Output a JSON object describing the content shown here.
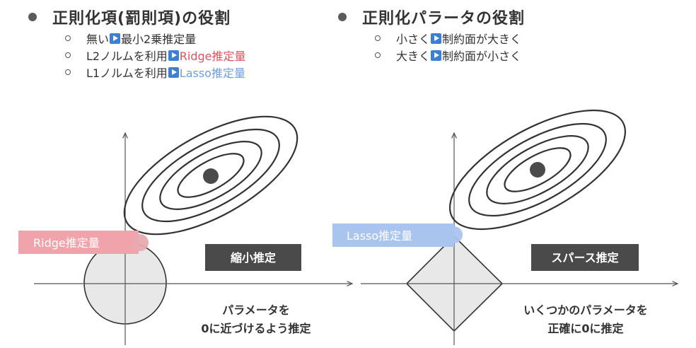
{
  "left": {
    "heading": "正則化項(罰則項)の役割",
    "items": [
      {
        "pre": "無い",
        "post": "最小2乗推定量",
        "color": ""
      },
      {
        "pre": "L2ノルムを利用",
        "post": "Ridge推定量",
        "color": "red"
      },
      {
        "pre": "L1ノルムを利用",
        "post": "Lasso推定量",
        "color": "blue"
      }
    ]
  },
  "right": {
    "heading": "正則化パラータの役割",
    "items": [
      {
        "pre": "小さく",
        "post": "制約面が大きく"
      },
      {
        "pre": "大きく",
        "post": "制約面が小さく"
      }
    ]
  },
  "diagram_left": {
    "estimator_label": "Ridge推定量",
    "method_box": "縮小推定",
    "caption_line1": "パラメータを",
    "caption_line2": "0に近づけるよう推定"
  },
  "diagram_right": {
    "estimator_label": "Lasso推定量",
    "method_box": "スパース推定",
    "caption_line1": "いくつかのパラメータを",
    "caption_line2": "正確に0に推定"
  },
  "colors": {
    "red_highlight": "#e0525f",
    "blue_highlight": "#6f9de0",
    "red_label_bg": "#f0a3aa",
    "blue_label_bg": "#a9c4ee",
    "box_bg": "#4a4a4a",
    "constraint_fill": "#e8e8e8"
  }
}
